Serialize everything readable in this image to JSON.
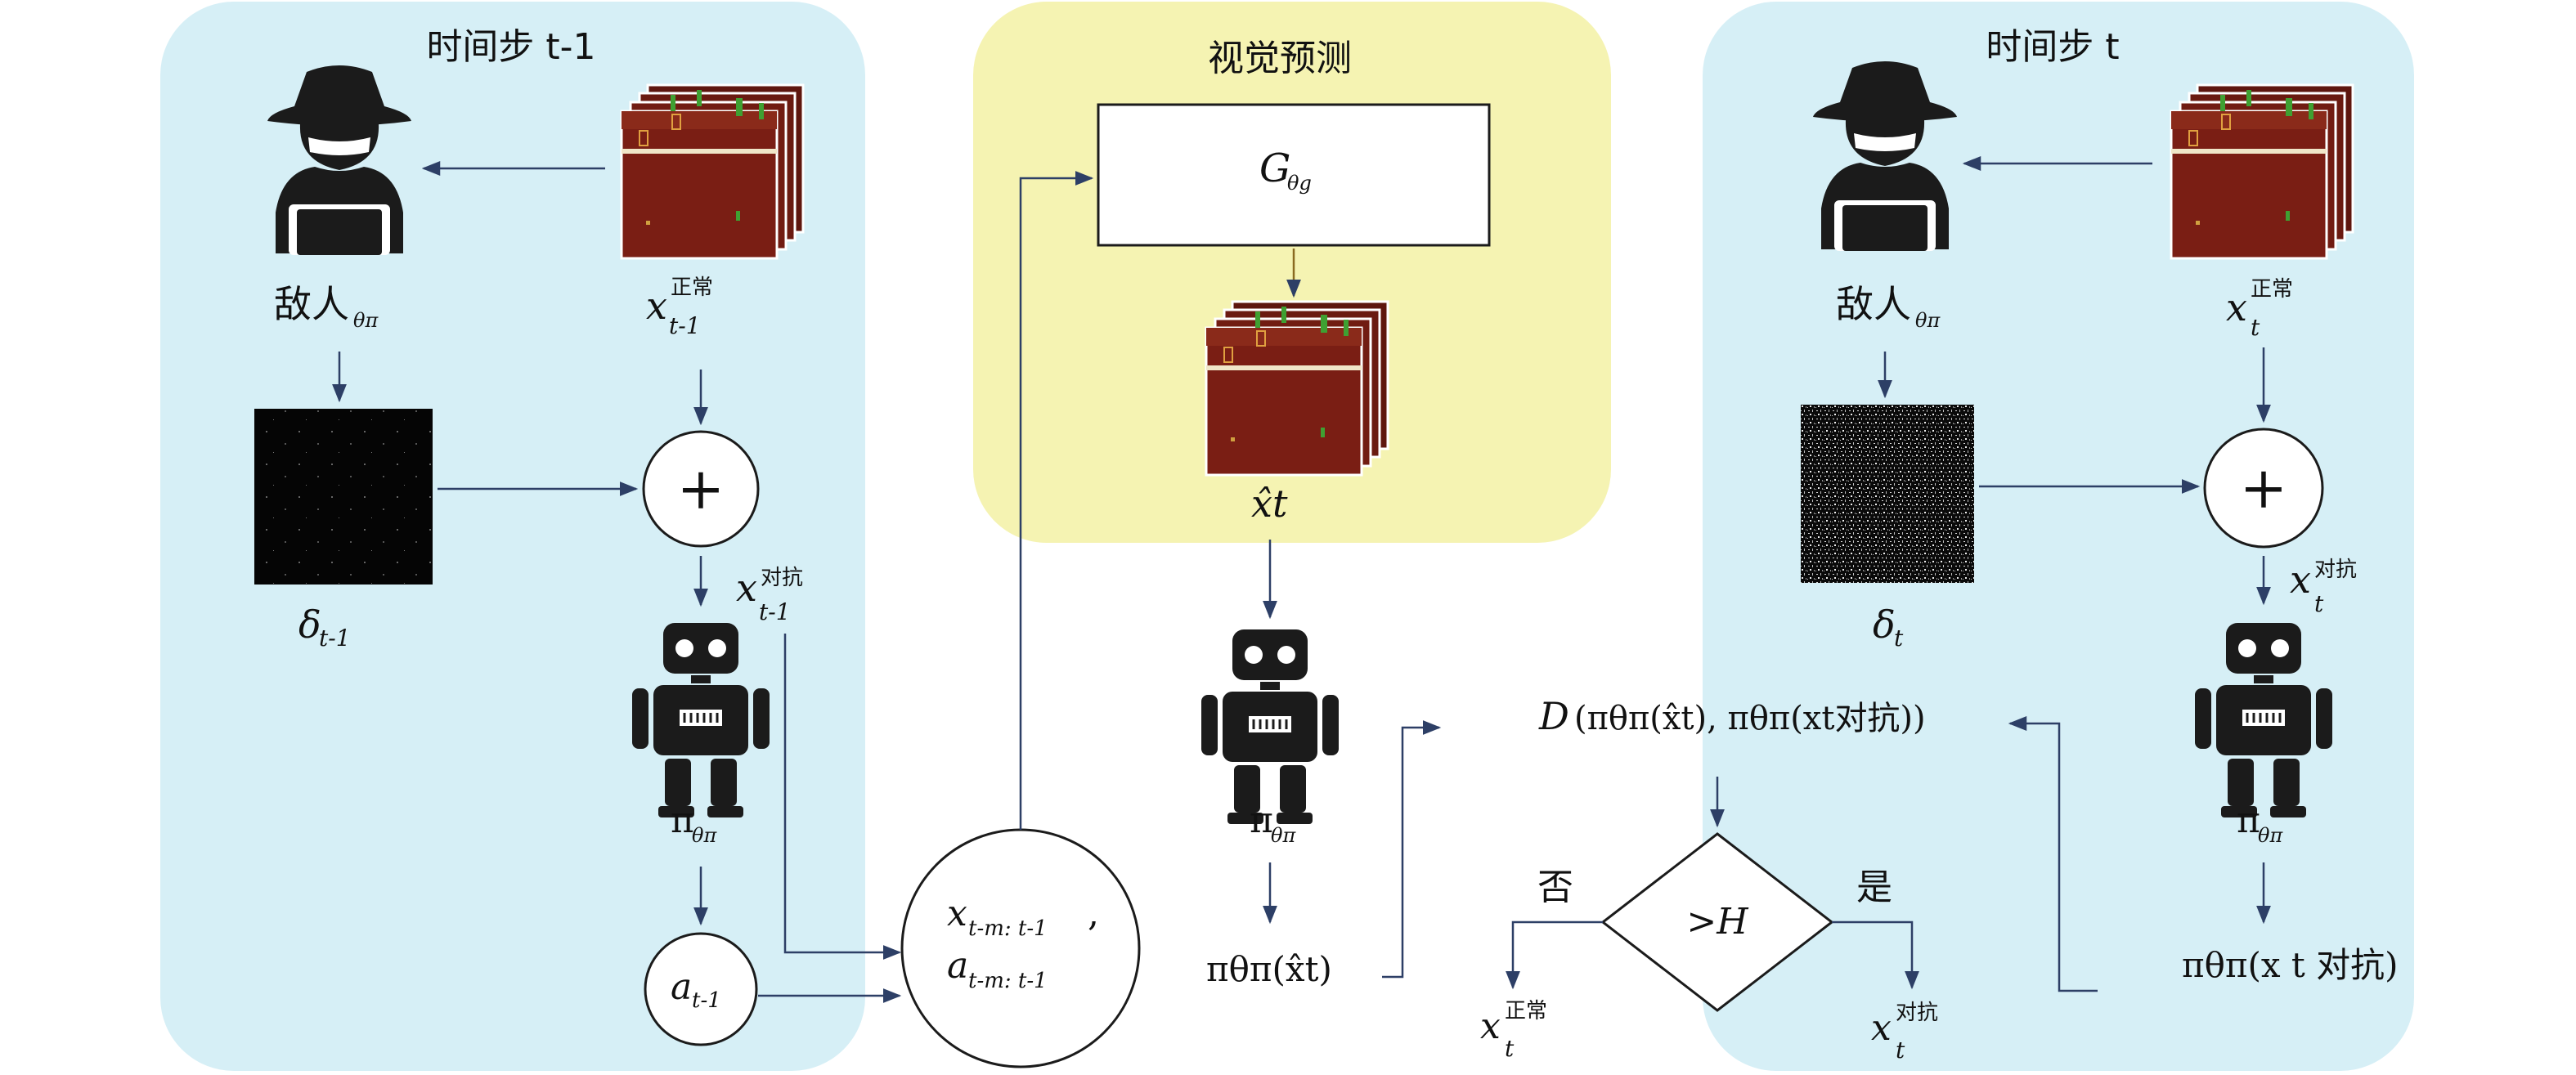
{
  "panels": {
    "left_title": "时间步 t-1",
    "center_title": "视觉预测",
    "right_title": "时间步 t"
  },
  "labels": {
    "enemy": "敌人",
    "theta_pi_sub": "θπ",
    "theta_g_sub": "θg",
    "generator": "G",
    "x": "x",
    "normal_sup": "正常",
    "adv_sup": "对抗",
    "t_minus_1": "t-1",
    "t": "t",
    "delta": "δ",
    "pi": "π",
    "a": "a",
    "plus": "+",
    "x_hat_t": "x̂t",
    "pi_of_xhat": "πθπ(x̂t)",
    "pi_of_xadv": "πθπ(x t 对抗)",
    "memory_line1": "xt-m: t-1,",
    "memory_line2": "at-m: t-1",
    "memory_x": "x",
    "memory_a": "a",
    "memory_sub": "t-m: t-1",
    "distance": "D",
    "threshold": ">H",
    "no": "否",
    "yes": "是"
  },
  "colors": {
    "panel_blue": "#d6eff6",
    "panel_yellow": "#f5f3b2",
    "arrow": "#2d3f66",
    "game_brown": "#7a1e14",
    "game_floor": "#f0e6c8",
    "game_green": "#3fa032"
  },
  "icons": [
    "hacker-icon",
    "robot-icon",
    "game-frame-stack-icon",
    "noise-image-icon"
  ]
}
